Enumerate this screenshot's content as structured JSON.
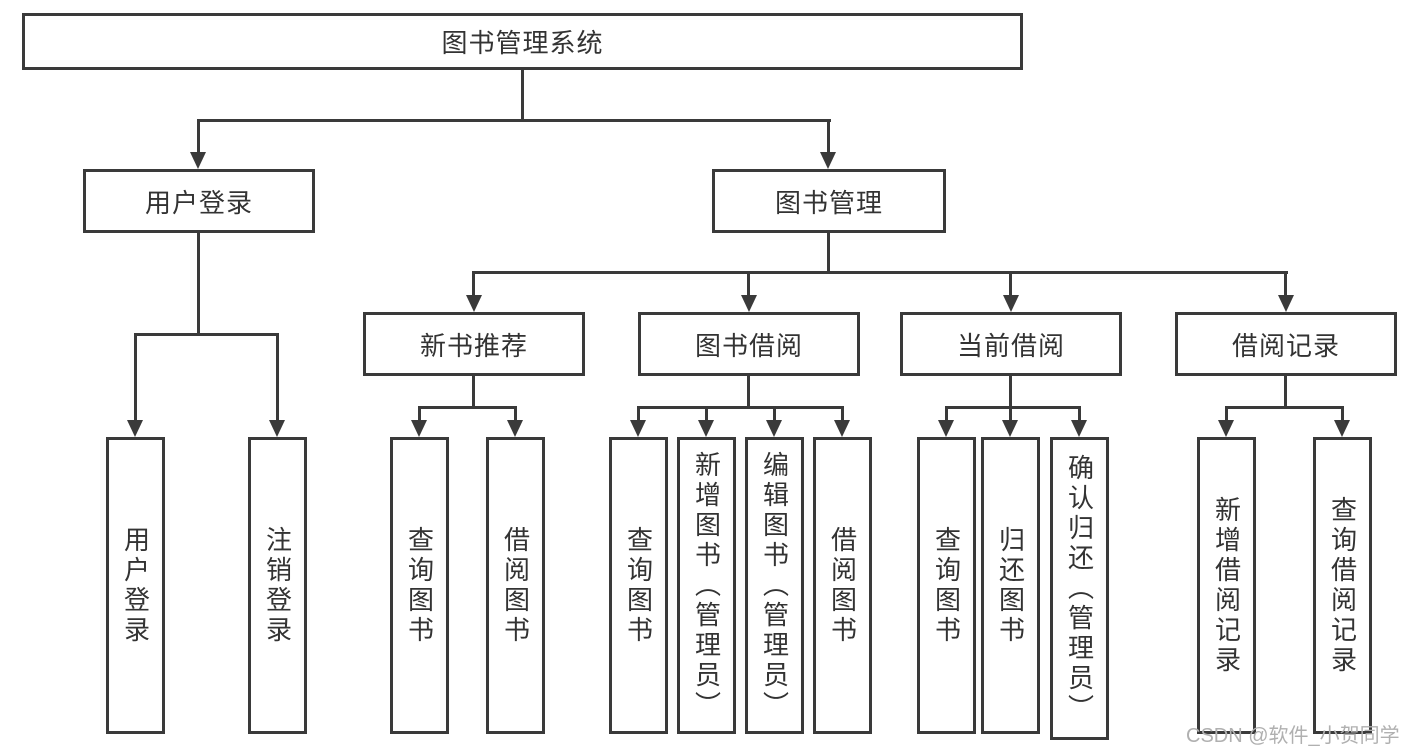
{
  "title": "图书管理系统",
  "level1": {
    "user_login": "用户登录",
    "book_mgmt": "图书管理"
  },
  "level2": {
    "new_books": "新书推荐",
    "book_borrow": "图书借阅",
    "current_borrow": "当前借阅",
    "borrow_records": "借阅记录"
  },
  "leaves": {
    "user_login": [
      "用户登录",
      "注销登录"
    ],
    "new_books": [
      "查询图书",
      "借阅图书"
    ],
    "book_borrow": [
      "查询图书",
      "新增图书（管理员）",
      "编辑图书（管理员）",
      "借阅图书"
    ],
    "current_borrow": [
      "查询图书",
      "归还图书",
      "确认归还（管理员）"
    ],
    "borrow_records": [
      "新增借阅记录",
      "查询借阅记录"
    ]
  },
  "watermark": "CSDN @软件_小贺同学",
  "colors": {
    "line": "#3a3a3a",
    "text": "#333333",
    "watermark": "#b0b0b0",
    "background": "#ffffff"
  }
}
